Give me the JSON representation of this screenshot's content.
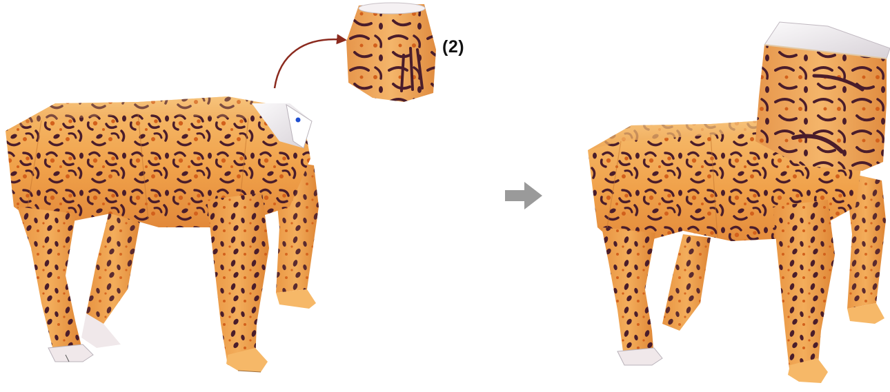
{
  "step_label": "(2)",
  "colors": {
    "paper_base": "#f0a14a",
    "paper_light": "#f8c77e",
    "paper_dark": "#d9812e",
    "spot_dark": "#4a1d2b",
    "spot_orange": "#d2601c",
    "flow_arrow": "#8b2a1e",
    "step_arrow": "#9a9a9a",
    "inner_paper": "#f3f0f2",
    "marker_dot": "#1f4fd0"
  },
  "panels": [
    {
      "name": "before",
      "description_icon": "paper-craft-leopard-body-icon"
    },
    {
      "name": "after",
      "description_icon": "paper-craft-leopard-with-neck-icon"
    }
  ],
  "icons": {
    "loose_part": "paper-neck-tube-icon",
    "flow": "curved-arrow-icon",
    "step": "right-arrow-icon",
    "attach_point": "blue-dot-icon"
  }
}
